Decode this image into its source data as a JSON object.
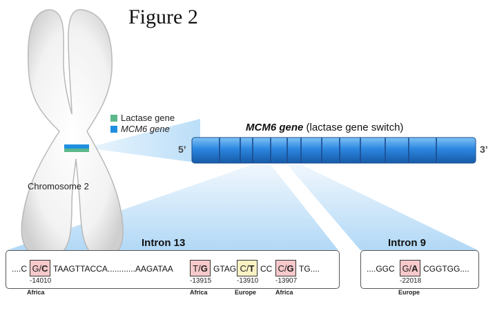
{
  "figure_title": "Figure 2",
  "legend": {
    "lactase": {
      "label": "Lactase gene",
      "color": "#5cb88a"
    },
    "mcm6": {
      "label": "MCM6 gene",
      "color": "#1e8fe0"
    }
  },
  "chromosome_label": "Chromosome 2",
  "gene": {
    "name": "MCM6 gene",
    "desc": "(lactase gene switch)",
    "five_prime": "5’",
    "three_prime": "3’",
    "color": "#2b86e0"
  },
  "intron13": {
    "title": "Intron 13",
    "seq": {
      "s1": "....C",
      "s2": "TAAGTTACCA............AAGATAA",
      "s3": "GTAG",
      "s4": "CC",
      "s5": "TG...."
    },
    "snps": [
      {
        "anc": "G/",
        "der": "C",
        "pos": "-14010",
        "region": "Africa",
        "color": "#f7c9cb"
      },
      {
        "anc": "T/",
        "der": "G",
        "pos": "-13915",
        "region": "Africa",
        "color": "#f7c9cb"
      },
      {
        "anc": "C/",
        "der": "T",
        "pos": "-13910",
        "region": "Europe",
        "color": "#fbf2c4"
      },
      {
        "anc": "C/",
        "der": "G",
        "pos": "-13907",
        "region": "Africa",
        "color": "#f7c9cb"
      }
    ]
  },
  "intron9": {
    "title": "Intron 9",
    "seq": {
      "s1": "....GGC",
      "s2": "CGGTGG...."
    },
    "snp": {
      "anc": "G/",
      "der": "A",
      "pos": "-22018",
      "region": "Europe",
      "color": "#f7c9cb"
    }
  }
}
